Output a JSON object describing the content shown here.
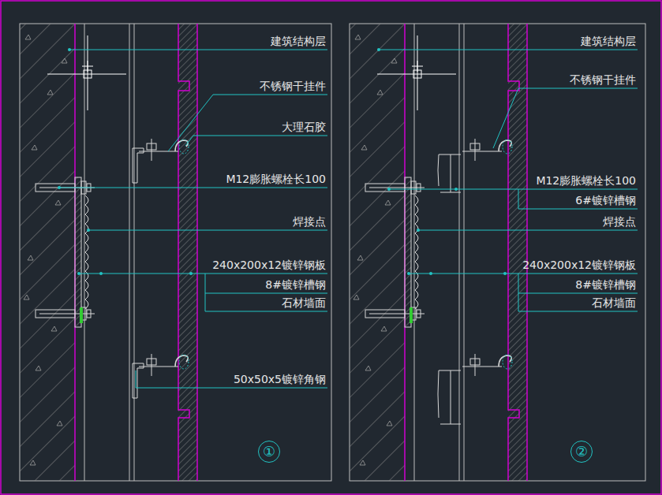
{
  "diagram": {
    "nodes": [
      {
        "text": [
          "①"
        ]
      },
      {
        "text": [
          "②"
        ]
      }
    ],
    "labels": [
      "建筑结构层",
      "不锈钢干挂件",
      "大理石胶",
      "M12膨胀螺栓长100",
      "焊接点",
      "240x200x12镀锌钢板",
      "8#镀锌槽钢",
      "石材墙面",
      "50x50x5镀锌角钢",
      "建筑结构层",
      "不锈钢干挂件",
      "M12膨胀螺栓长100",
      "6#镀锌槽钢",
      "焊接点",
      "240x200x12镀锌钢板",
      "8#镀锌槽钢",
      "石材墙面"
    ]
  }
}
